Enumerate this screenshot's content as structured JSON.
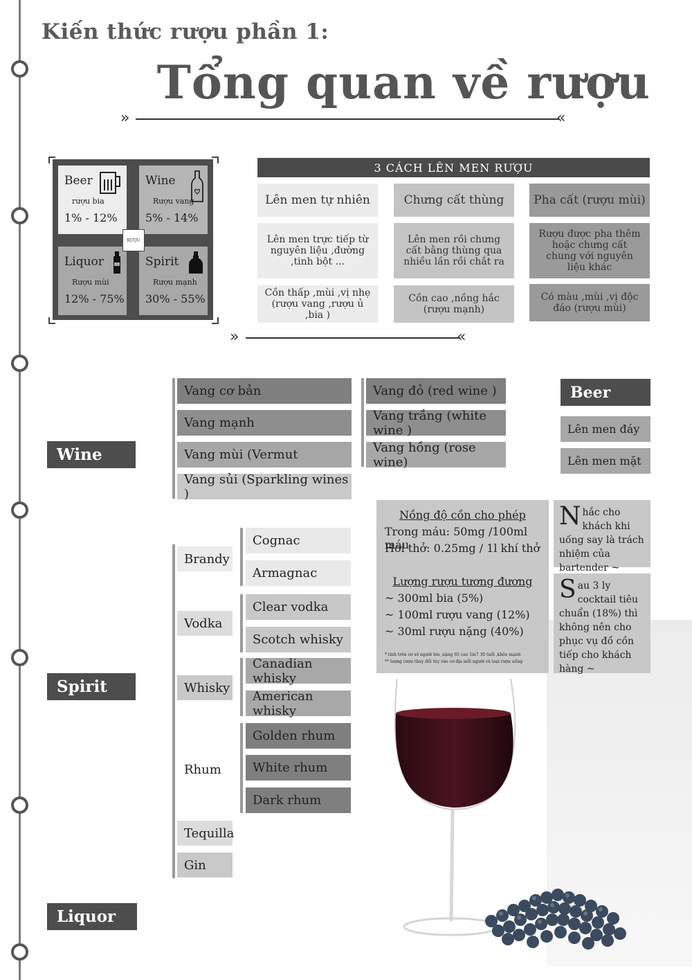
{
  "header": {
    "kicker": "Kiến thức rượu phần 1:",
    "title": "Tổng quan về rượu"
  },
  "types": {
    "center": "RƯỢU",
    "items": [
      {
        "name": "Beer",
        "sub": "rượu bia",
        "range": "1% - 12%",
        "icon": "beer-mug-icon"
      },
      {
        "name": "Wine",
        "sub": "Rượu vang",
        "range": "5% - 14%",
        "icon": "wine-bottle-icon"
      },
      {
        "name": "Liquor",
        "sub": "Rượu mùi",
        "range": "12% - 75%",
        "icon": "liquor-bottle-icon"
      },
      {
        "name": "Spirit",
        "sub": "Rượu mạnh",
        "range": "30% - 55%",
        "icon": "spirit-bottle-icon"
      }
    ]
  },
  "ferment": {
    "title": "3 CÁCH LÊN MEN RƯỢU",
    "columns": [
      {
        "name": "Lên men tự nhiên",
        "desc": "Lên men trực tiếp từ nguyên liệu ,đường ,tinh bột ...",
        "result": "Cồn thấp ,mùi ,vị nhẹ (rượu vang ,rượu ủ ,bia )"
      },
      {
        "name": "Chưng cất thùng",
        "desc": "Lên men rồi chưng cất bằng thùng qua nhiều lần rồi chắt ra",
        "result": "Cồn cao ,nồng hắc (rượu mạnh)"
      },
      {
        "name": "Pha cất (rượu mùi)",
        "desc": "Rượu được pha thêm hoặc chưng cất chung với nguyên liệu khác",
        "result": "Có màu ,mùi ,vị độc đáo (rượu mùi)"
      }
    ]
  },
  "wine": {
    "label": "Wine",
    "kinds": [
      "Vang cơ bản",
      "Vang mạnh",
      "Vang mùi (Vermut",
      "Vang sủi (Sparkling wines )"
    ],
    "colors": [
      "Vang đỏ (red wine )",
      "Vang trắng (white wine )",
      "Vang hồng  (rose wine)"
    ]
  },
  "beer": {
    "label": "Beer",
    "kinds": [
      "Lên men đáy",
      "Lên men mặt"
    ]
  },
  "spirit": {
    "label": "Spirit",
    "groups": [
      {
        "name": "Brandy",
        "items": [
          "Cognac",
          "Armagnac"
        ]
      },
      {
        "name": "Vodka",
        "items": [
          "Clear vodka",
          "Scotch whisky"
        ]
      },
      {
        "name": "Whisky",
        "items": [
          "Canadian whisky",
          "American whisky"
        ]
      },
      {
        "name": "Rhum",
        "items": [
          "Golden rhum",
          "White rhum",
          "Dark rhum"
        ]
      },
      {
        "name": "Tequilla",
        "items": []
      },
      {
        "name": "Gin",
        "items": []
      }
    ]
  },
  "liquor": {
    "label": "Liquor"
  },
  "alcohol_info": {
    "title1": "Nồng độ cồn cho phép",
    "line1": "Trong máu: 50mg /100ml máu",
    "line2": "Hơi thở: 0.25mg / 1l khí thở",
    "title2": "Lượng rượu tương đương",
    "eq1": "~ 300ml bia (5%)",
    "eq2": "~ 100ml rượu vang (12%)",
    "eq3": "~ 30ml rượu nặng (40%)",
    "note1": "*   tính trên cơ sở người lớn ,nặng 65 cao 1m7 30 tuổi ,khỏe mạnh",
    "note2": "**  lượng rượu thay đổi tùy vào cơ địa mỗi người và loại rượu uống"
  },
  "tips": {
    "tip1_initial": "N",
    "tip1_text": "hắc cho khách khi uống say là trách nhiệm của bartender ~",
    "tip2_initial": "S",
    "tip2_text": "au 3 ly cocktail tiêu chuẩn (18%) thì không nên cho phục vụ đồ cồn tiếp cho khách hàng ~"
  },
  "colors": {
    "dark": "#4d4d4d",
    "mid": "#7a7a7a",
    "light": "#bdbdbd",
    "pale": "#e8e8e8",
    "wine": "#3a0d14"
  }
}
